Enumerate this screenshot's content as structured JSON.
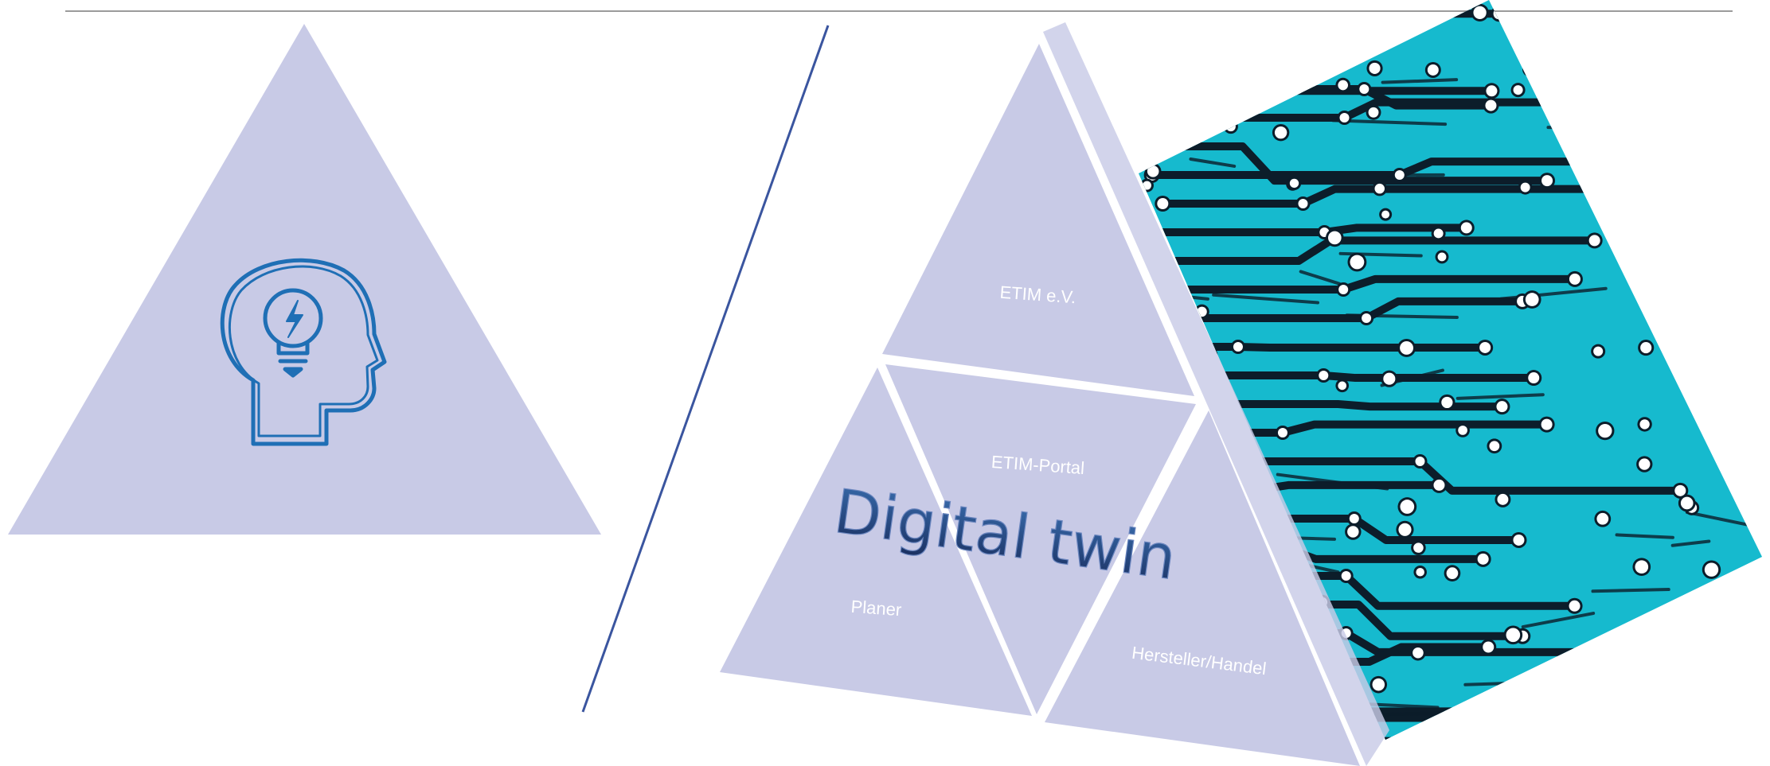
{
  "colors": {
    "triangle_fill": "#c8cae6",
    "icon_stroke": "#1f6fb5",
    "divider_line": "#3a559f",
    "top_rule": "#9b9b9b",
    "label_text": "#ffffff",
    "twin_text": "#203f7a",
    "circuit_bg": "#19c2d6",
    "circuit_trace": "#0c1d2a",
    "circuit_pad": "#ffffff"
  },
  "icon": {
    "name": "head-lightbulb-icon"
  },
  "pyramid": {
    "segments": {
      "top": "ETIM e.V.",
      "center": "ETIM-Portal",
      "left": "Planer",
      "right": "Hersteller/Handel"
    },
    "overlay_title": "Digital twin",
    "side_image": "circuit-board"
  }
}
